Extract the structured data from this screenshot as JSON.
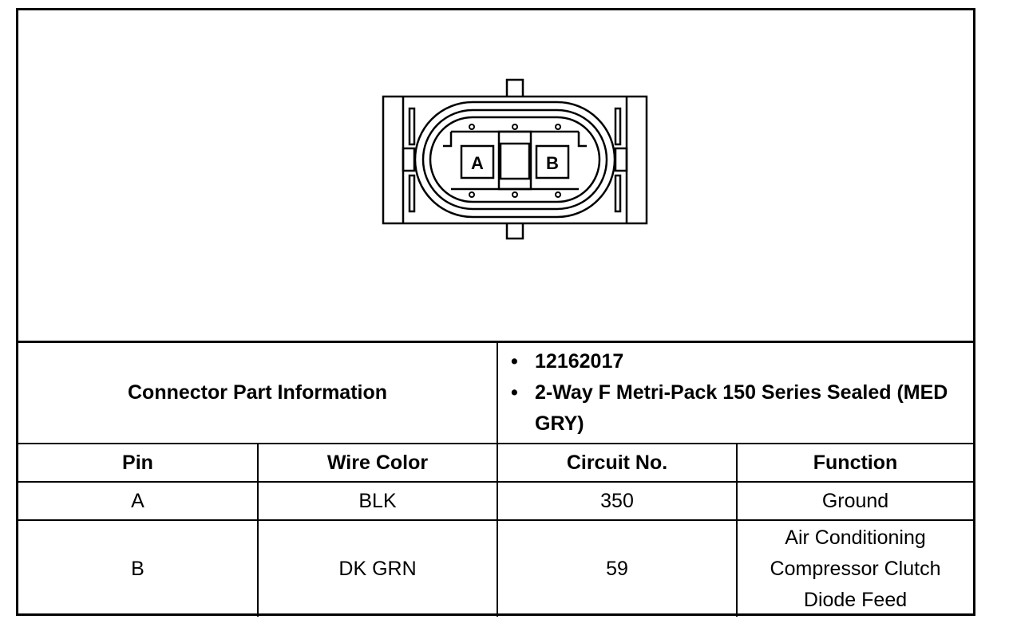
{
  "connector": {
    "terminals": [
      {
        "label": "A"
      },
      {
        "label": "B"
      }
    ]
  },
  "part_info": {
    "label": "Connector Part Information",
    "items": [
      {
        "text": "12162017"
      },
      {
        "text": "2-Way F Metri-Pack 150 Series Sealed (MED GRY)"
      }
    ]
  },
  "table": {
    "headers": [
      "Pin",
      "Wire Color",
      "Circuit No.",
      "Function"
    ],
    "rows": [
      {
        "pin": "A",
        "wire_color": "BLK",
        "circuit": "350",
        "function": "Ground"
      },
      {
        "pin": "B",
        "wire_color": "DK GRN",
        "circuit": "59",
        "function": "Air Conditioning Compressor Clutch Diode Feed"
      }
    ]
  }
}
